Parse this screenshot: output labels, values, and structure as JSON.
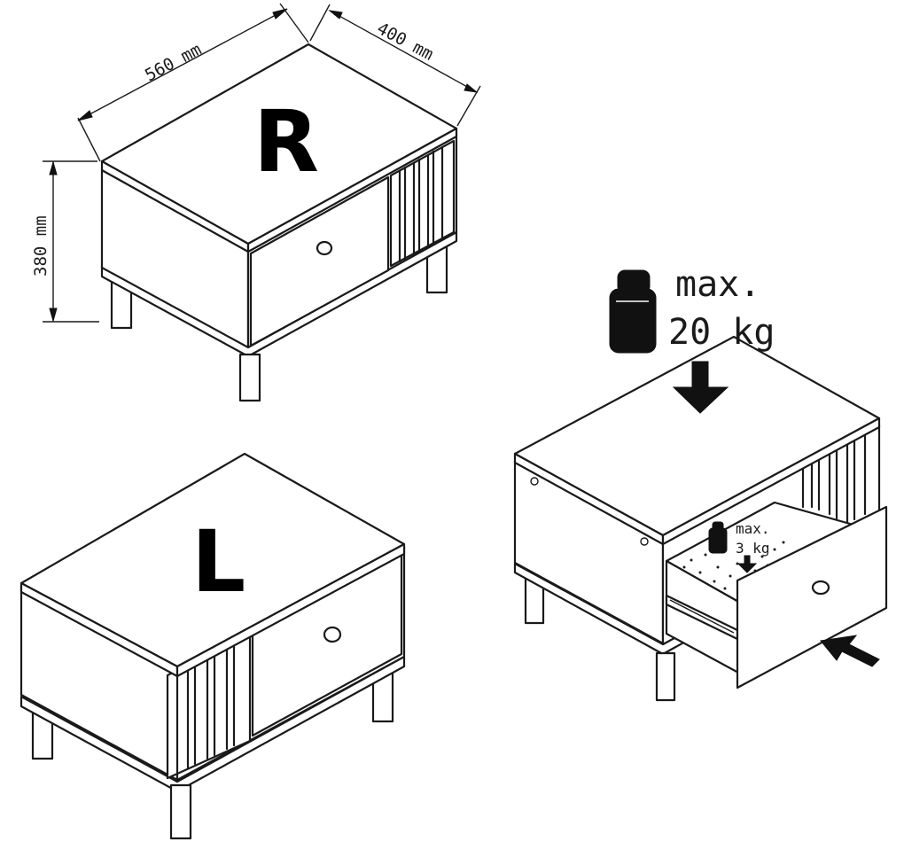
{
  "dimensions": {
    "width": "560 mm",
    "depth": "400 mm",
    "height": "380 mm"
  },
  "variants": {
    "right": "R",
    "left": "L"
  },
  "load_limits": {
    "top_max_label": "max.",
    "top_max_value": "20 kg",
    "drawer_max_label": "max.",
    "drawer_max_value": "3 kg"
  },
  "colors": {
    "line": "#1a1a1a",
    "fill": "#ffffff",
    "accent": "#111111"
  }
}
